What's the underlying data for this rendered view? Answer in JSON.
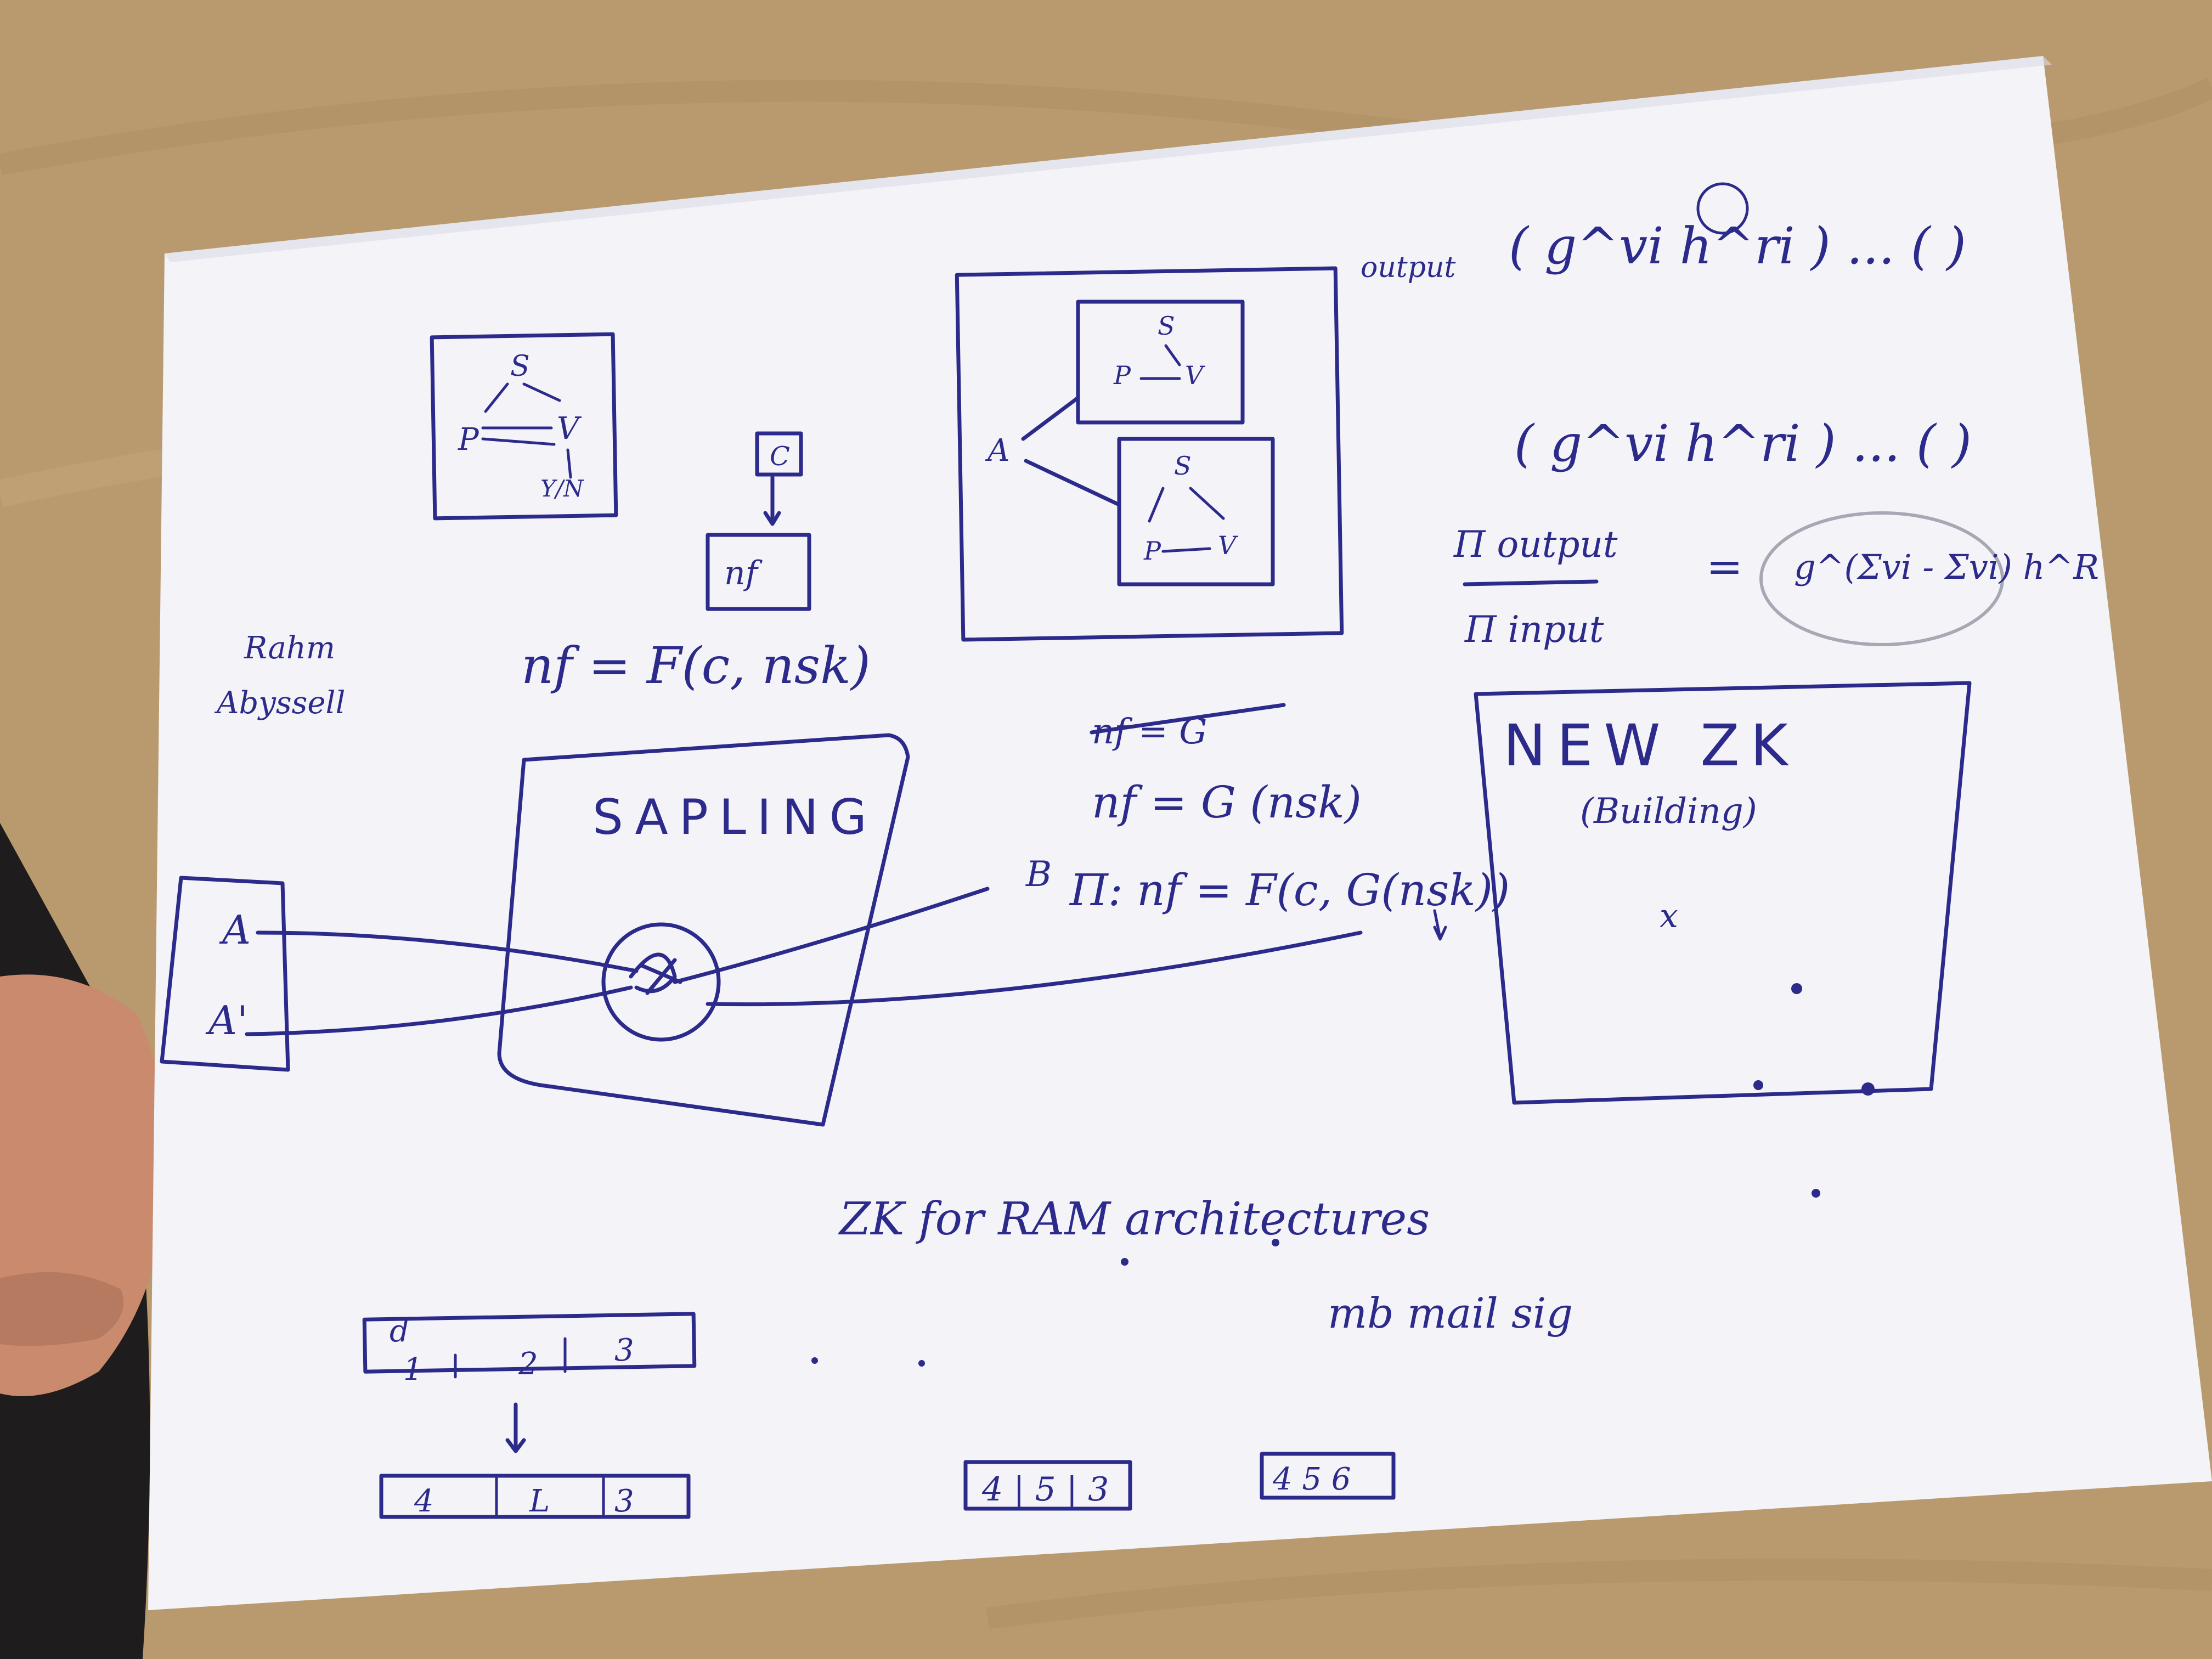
{
  "colors": {
    "table": "#b99a6e",
    "paper": "#f3f3f8",
    "ink": "#2c2a8a",
    "skin": "#c98a6e"
  },
  "sketch": {
    "top_left_box": {
      "s": "S",
      "p": "P",
      "v": "V",
      "yn": "Y/N"
    },
    "c_box": "C",
    "nf_box": "nf",
    "formula_main": "nf = F(c, nsk)",
    "side_note": [
      "Rahm",
      "Abyssell"
    ],
    "nested_box": {
      "a": "A",
      "s1": "S",
      "p1": "P",
      "v1": "V",
      "s2": "S",
      "p2": "P",
      "v2": "V"
    },
    "output_label": "output",
    "expr_top": "( g^vi h^ri ) ... ( )",
    "expr_mid": "( g^vi h^ri ) ... ( )",
    "pi_output": "Π output",
    "pi_input": "Π input",
    "equals": "=",
    "expr_exp": "g^(Σvi - Σvi) h^R",
    "struck": "nf = G",
    "formula_g": "nf = G (nsk)",
    "formula_pi": "Π: nf = F(c, G(nsk))",
    "sapling": "SAPLING",
    "label_b": "B",
    "left_box": {
      "a": "A",
      "a_prime": "A'"
    },
    "new_zk": "NEW ZK",
    "building": "(Building)",
    "x_mark": "x",
    "zk_ram": "ZK for RAM architectures",
    "mb_mail": "mb mail sig",
    "array_label": "d",
    "array_top": [
      "1",
      "2",
      "3"
    ],
    "array_bottom": [
      "4",
      "L",
      "3"
    ],
    "small_box_1": "4 | 5 | 3",
    "small_box_2": "4 5 6"
  }
}
